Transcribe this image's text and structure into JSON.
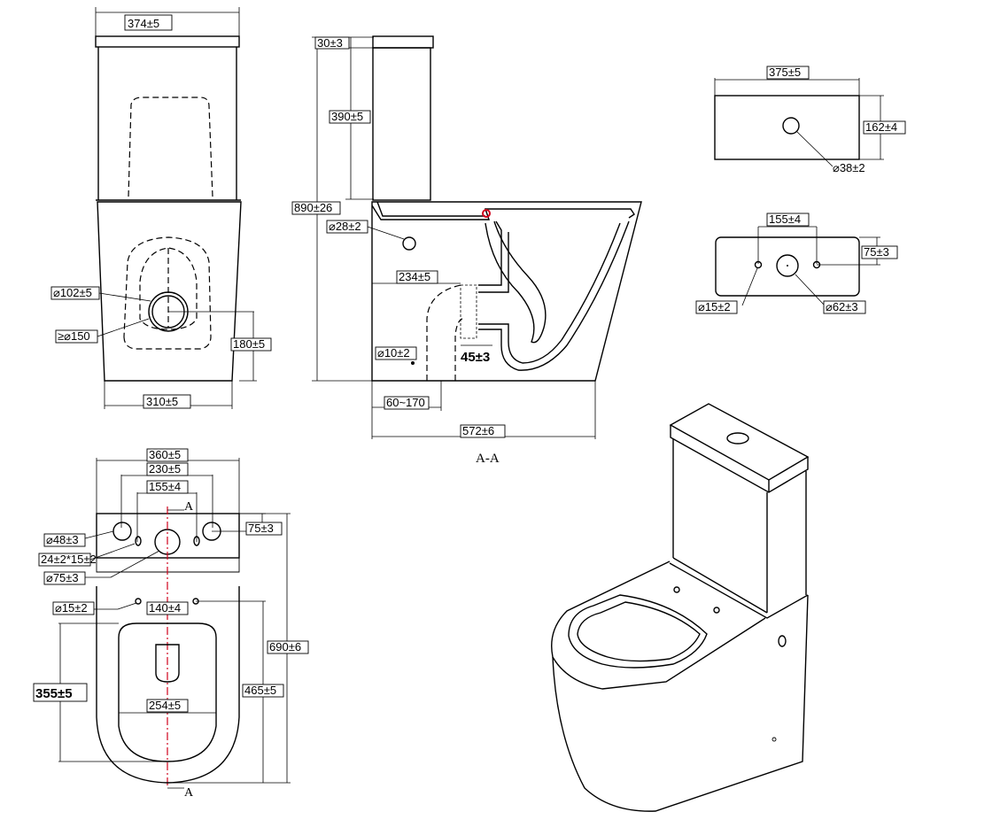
{
  "front_view": {
    "width_top": "374±5",
    "outlet_diameter": "⌀102±5",
    "floor_hole": "≥⌀150",
    "outlet_height": "180±5",
    "base_width": "310±5"
  },
  "section_view": {
    "lid_thickness": "30±3",
    "tank_height": "390±5",
    "total_height": "890±26",
    "inlet_diameter": "⌀28±2",
    "trap_offset": "234±5",
    "pipe_diameter": "⌀10±2",
    "outlet_offset": "45±3",
    "rough_in": "60~170",
    "depth": "572±6",
    "section_label": "A-A"
  },
  "tank_lid_top": {
    "width": "375±5",
    "depth": "162±4",
    "hole_diameter": "⌀38±2"
  },
  "tank_base": {
    "bolt_spacing": "155±4",
    "offset": "75±3",
    "bolt_diameter": "⌀15±2",
    "valve_diameter": "⌀62±3"
  },
  "top_view": {
    "width": "360±5",
    "hole_spacing_outer": "230±5",
    "hole_spacing_inner": "155±4",
    "large_hole": "⌀48±3",
    "slot": "24±2*15±2",
    "valve_hole": "⌀75±3",
    "tank_offset": "75±3",
    "seat_hole": "⌀15±2",
    "seat_hole_spacing": "140±4",
    "bowl_length": "355±5",
    "bowl_width": "254±5",
    "seat_to_front": "465±5",
    "total_length": "690±6",
    "cut_label_top": "A",
    "cut_label_bottom": "A"
  },
  "colors": {
    "line": "#000000",
    "section_line": "#d0021b"
  }
}
